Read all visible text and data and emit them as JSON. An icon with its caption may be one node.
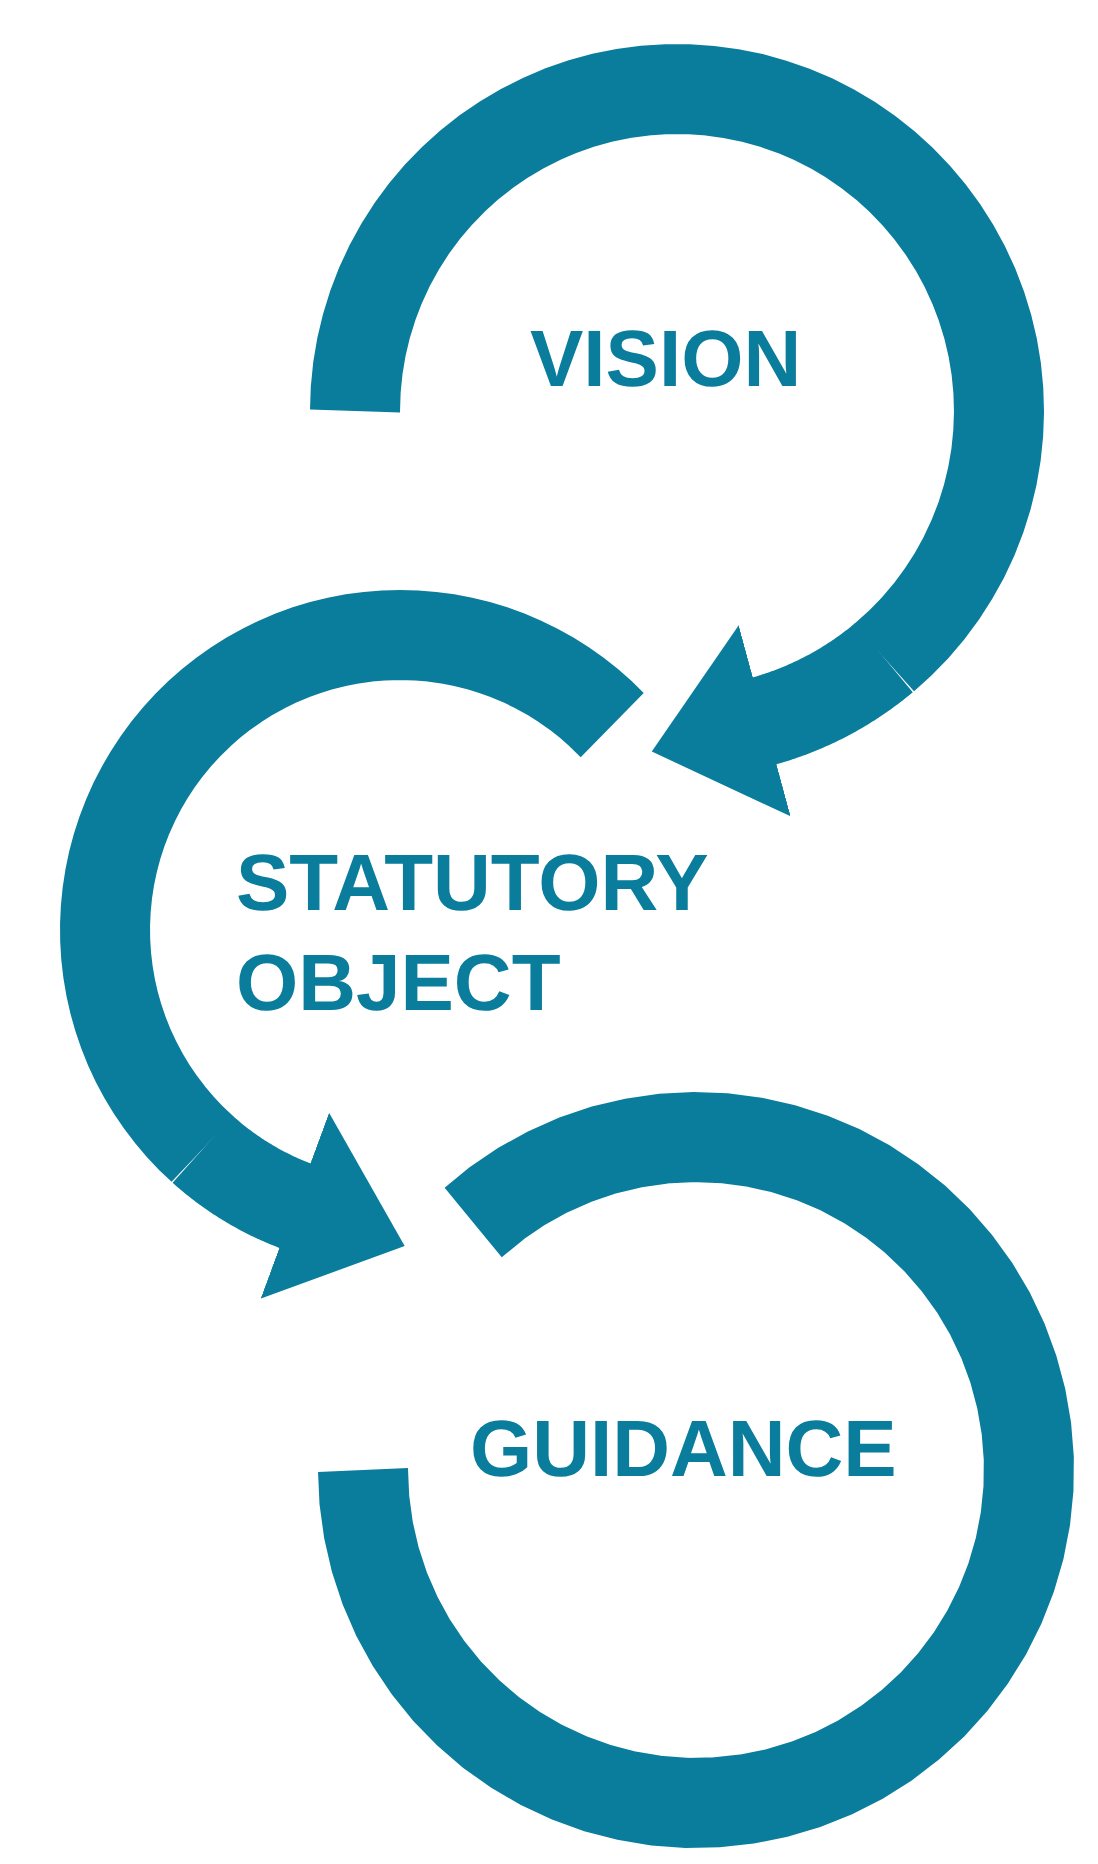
{
  "diagram": {
    "nodes": [
      {
        "text": [
          "VISION"
        ]
      },
      {
        "text": [
          "STATUTORY OBJECT"
        ]
      },
      {
        "text": [
          "GUIDANCE"
        ]
      }
    ],
    "edges": [
      {
        "from": 0,
        "to": 1,
        "arrow": "to"
      },
      {
        "from": 1,
        "to": 2,
        "arrow": "to"
      }
    ]
  }
}
